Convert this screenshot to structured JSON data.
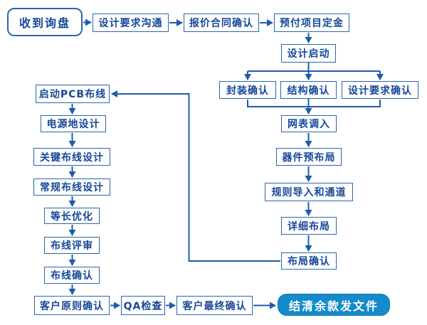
{
  "title": "PCB design service workflow flowchart",
  "colors": {
    "line": "#1e5ca8",
    "box_border": "#2a66ad",
    "box_text": "#16489a",
    "terminal_fill": "#148bca",
    "terminal_border": "#0d74ad",
    "terminal_text": "#ffffff",
    "background": "#ffffff"
  },
  "nodes": [
    {
      "id": "receive-inquiry",
      "label": "收到询盘",
      "shape": "rounded-start"
    },
    {
      "id": "design-requirement-communicate",
      "label": "设计要求沟通",
      "shape": "process"
    },
    {
      "id": "quotation-contract-confirm",
      "label": "报价合同确认",
      "shape": "process"
    },
    {
      "id": "prepay-project-deposit",
      "label": "预付项目定金",
      "shape": "process"
    },
    {
      "id": "design-kickoff",
      "label": "设计启动",
      "shape": "process"
    },
    {
      "id": "footprint-confirm",
      "label": "封装确认",
      "shape": "process"
    },
    {
      "id": "structure-confirm",
      "label": "结构确认",
      "shape": "process"
    },
    {
      "id": "design-requirement-confirm",
      "label": "设计要求确认",
      "shape": "process"
    },
    {
      "id": "netlist-import",
      "label": "网表调入",
      "shape": "process"
    },
    {
      "id": "component-pre-placement",
      "label": "器件预布局",
      "shape": "process"
    },
    {
      "id": "rules-import-and-channel",
      "label": "规则导入和通道",
      "shape": "process"
    },
    {
      "id": "detailed-placement",
      "label": "详细布局",
      "shape": "process"
    },
    {
      "id": "placement-confirm",
      "label": "布局确认",
      "shape": "process"
    },
    {
      "id": "start-pcb-routing",
      "label": "启动PCB布线",
      "shape": "process"
    },
    {
      "id": "power-ground-design",
      "label": "电源地设计",
      "shape": "process"
    },
    {
      "id": "critical-routing-design",
      "label": "关键布线设计",
      "shape": "process"
    },
    {
      "id": "general-routing-design",
      "label": "常规布线设计",
      "shape": "process"
    },
    {
      "id": "length-matching-optimization",
      "label": "等长优化",
      "shape": "process"
    },
    {
      "id": "routing-review",
      "label": "布线评审",
      "shape": "process"
    },
    {
      "id": "routing-confirm",
      "label": "布线确认",
      "shape": "process"
    },
    {
      "id": "customer-principle-confirm",
      "label": "客户原则确认",
      "shape": "process"
    },
    {
      "id": "qa-check",
      "label": "QA检查",
      "shape": "process"
    },
    {
      "id": "customer-final-confirm",
      "label": "客户最终确认",
      "shape": "process"
    },
    {
      "id": "settle-balance-send-files",
      "label": "结清余款发文件",
      "shape": "rounded-terminal"
    }
  ],
  "edges": [
    {
      "from": "receive-inquiry",
      "to": "design-requirement-communicate"
    },
    {
      "from": "design-requirement-communicate",
      "to": "quotation-contract-confirm"
    },
    {
      "from": "quotation-contract-confirm",
      "to": "prepay-project-deposit"
    },
    {
      "from": "prepay-project-deposit",
      "to": "design-kickoff"
    },
    {
      "from": "design-kickoff",
      "to": "footprint-confirm"
    },
    {
      "from": "design-kickoff",
      "to": "structure-confirm"
    },
    {
      "from": "design-kickoff",
      "to": "design-requirement-confirm"
    },
    {
      "from": "footprint-confirm",
      "to": "netlist-import"
    },
    {
      "from": "structure-confirm",
      "to": "netlist-import"
    },
    {
      "from": "design-requirement-confirm",
      "to": "netlist-import"
    },
    {
      "from": "netlist-import",
      "to": "component-pre-placement"
    },
    {
      "from": "component-pre-placement",
      "to": "rules-import-and-channel"
    },
    {
      "from": "rules-import-and-channel",
      "to": "detailed-placement"
    },
    {
      "from": "detailed-placement",
      "to": "placement-confirm"
    },
    {
      "from": "placement-confirm",
      "to": "start-pcb-routing"
    },
    {
      "from": "start-pcb-routing",
      "to": "power-ground-design"
    },
    {
      "from": "power-ground-design",
      "to": "critical-routing-design"
    },
    {
      "from": "critical-routing-design",
      "to": "general-routing-design"
    },
    {
      "from": "general-routing-design",
      "to": "length-matching-optimization"
    },
    {
      "from": "length-matching-optimization",
      "to": "routing-review"
    },
    {
      "from": "routing-review",
      "to": "routing-confirm"
    },
    {
      "from": "routing-confirm",
      "to": "customer-principle-confirm"
    },
    {
      "from": "customer-principle-confirm",
      "to": "qa-check"
    },
    {
      "from": "qa-check",
      "to": "customer-final-confirm"
    },
    {
      "from": "customer-final-confirm",
      "to": "settle-balance-send-files"
    }
  ]
}
